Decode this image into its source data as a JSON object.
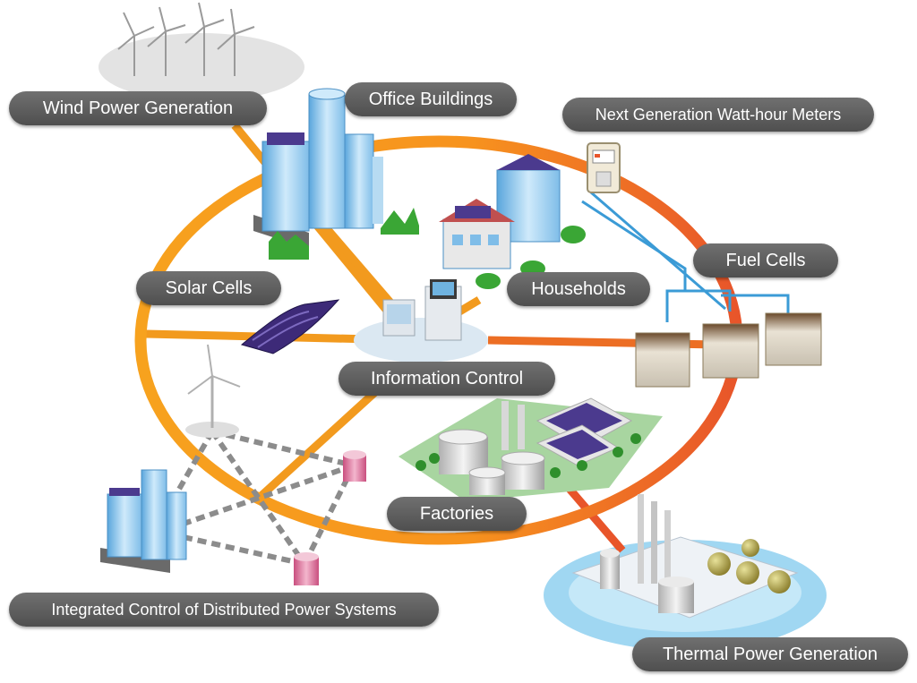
{
  "labels": {
    "wind": "Wind Power Generation",
    "office": "Office Buildings",
    "meters": "Next Generation Watt-hour Meters",
    "fuel": "Fuel Cells",
    "households": "Households",
    "solar": "Solar Cells",
    "info": "Information Control",
    "factories": "Factories",
    "integrated": "Integrated Control of Distributed Power Systems",
    "thermal": "Thermal Power Generation"
  },
  "colors": {
    "ring_orange": "#f7931e",
    "ring_red": "#e8552a",
    "grid_link": "#3b9bd6",
    "label_bg": "#5e5e5e",
    "solar_panel": "#4b3a8e",
    "building_blue": "#8ec8ec",
    "tree_green": "#3aa635"
  }
}
